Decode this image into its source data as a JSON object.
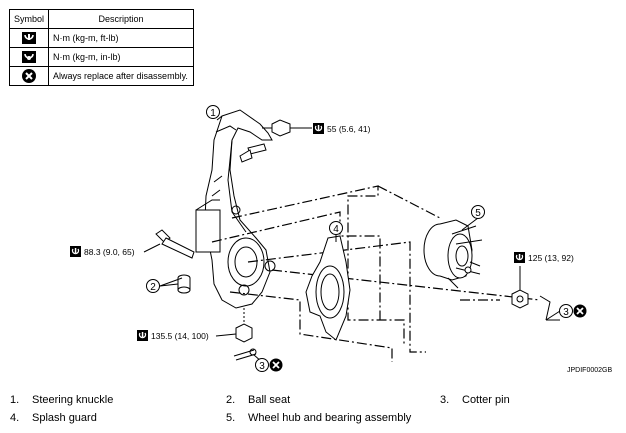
{
  "legend": {
    "headers": {
      "symbol": "Symbol",
      "description": "Description"
    },
    "rows": [
      {
        "icon": "torque-wrench-icon",
        "description": "N·m (kg-m, ft-lb)"
      },
      {
        "icon": "torque-wrench-small-icon",
        "description": "N·m (kg-m, in-lb)"
      },
      {
        "icon": "always-replace-icon",
        "description": "Always replace after disassembly."
      }
    ]
  },
  "callouts": {
    "c1": "1",
    "c2": "2",
    "c3a": "3",
    "c3b": "3",
    "c4": "4",
    "c5": "5"
  },
  "torques": {
    "t55": "55 (5.6, 41)",
    "t88": "88.3 (9.0, 65)",
    "t125": "125 (13, 92)",
    "t135": "135.5 (14, 100)"
  },
  "figure_code": "JPDIF0002GB",
  "parts": [
    {
      "number": "1.",
      "name": "Steering knuckle"
    },
    {
      "number": "2.",
      "name": "Ball seat"
    },
    {
      "number": "3.",
      "name": "Cotter pin"
    },
    {
      "number": "4.",
      "name": "Splash guard"
    },
    {
      "number": "5.",
      "name": "Wheel hub and bearing assembly"
    }
  ]
}
